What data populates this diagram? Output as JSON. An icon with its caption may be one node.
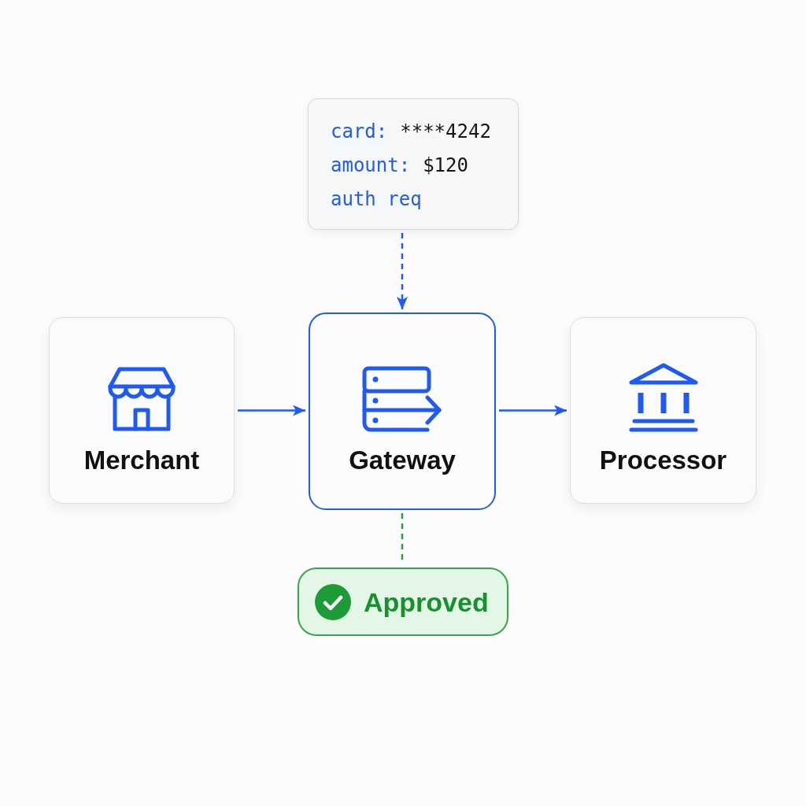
{
  "diagram": {
    "nodes": [
      {
        "text": [
          "card:",
          "****4242",
          "amount:",
          "$120",
          "auth req"
        ]
      },
      {
        "text": [
          "Merchant"
        ]
      },
      {
        "text": [
          "Gateway"
        ]
      },
      {
        "text": [
          "Processor"
        ]
      },
      {
        "text": [
          "Approved"
        ]
      }
    ],
    "edges": [
      {
        "from": 0,
        "to": 2,
        "arrow": "to",
        "style": "dashed"
      },
      {
        "from": 1,
        "to": 2,
        "arrow": "to"
      },
      {
        "from": 2,
        "to": 3,
        "arrow": "to"
      },
      {
        "from": 2,
        "to": 4,
        "arrow": "none",
        "style": "dashed",
        "color": "#22a33c"
      }
    ]
  }
}
